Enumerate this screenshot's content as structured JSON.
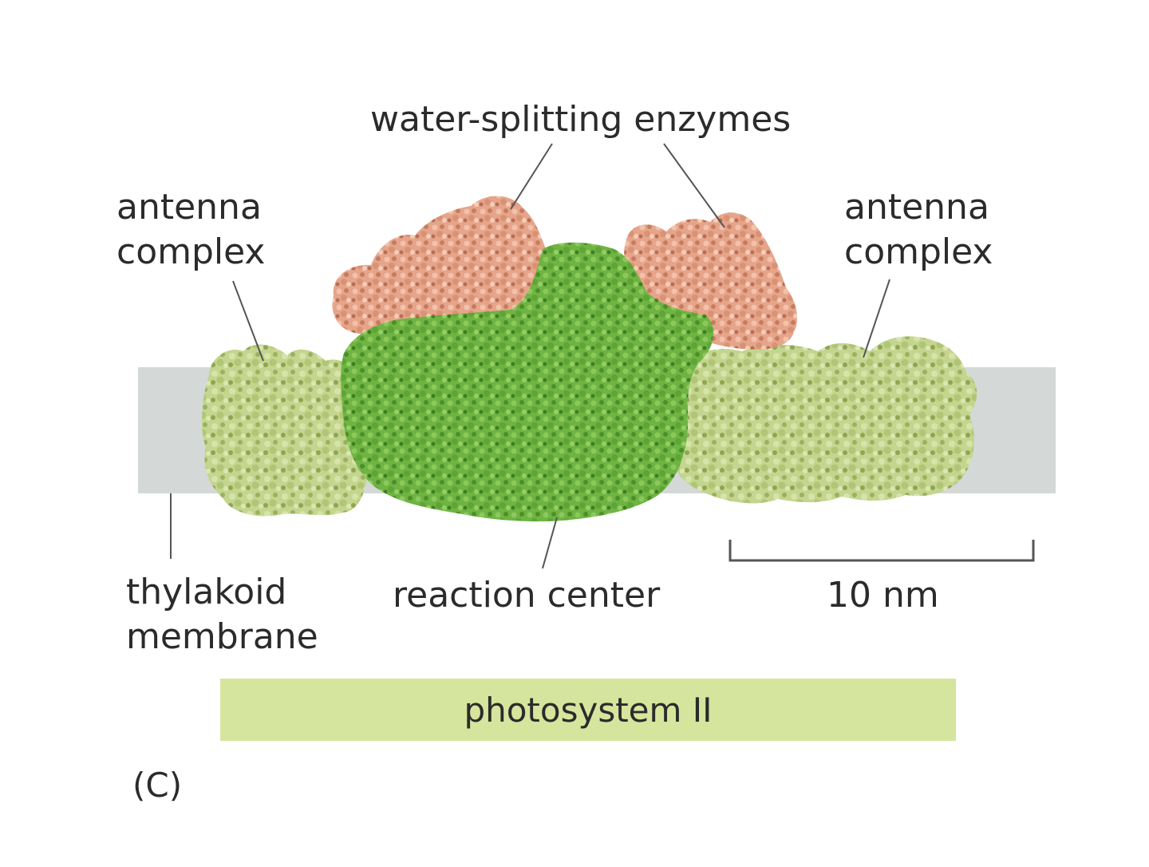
{
  "labels": {
    "water_splitting": "water-splitting enzymes",
    "antenna_left": [
      "antenna",
      "complex"
    ],
    "antenna_right": [
      "antenna",
      "complex"
    ],
    "thylakoid": [
      "thylakoid",
      "membrane"
    ],
    "reaction_center": "reaction center",
    "scale": "10 nm",
    "photosystem": "photosystem II",
    "panel": "(C)"
  },
  "colors": {
    "membrane": "#d4d8d7",
    "antenna": "#c3d58e",
    "antenna_dark": "#9bb15f",
    "reaction_center": "#6fb443",
    "reaction_center_dark": "#4c8f2a",
    "water_splitting": "#e6a58a",
    "water_splitting_dark": "#c57c62",
    "photosystem_bar": "#d6e59d",
    "text": "#2b2b2b",
    "leader": "#555555"
  }
}
